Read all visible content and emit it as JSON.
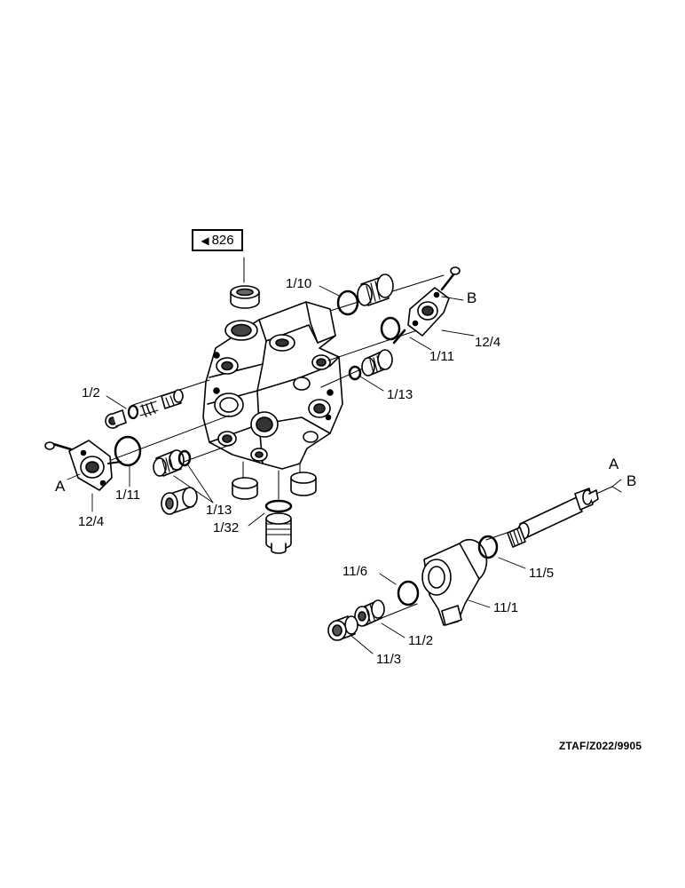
{
  "reference": {
    "arrow": "◀",
    "page": "826"
  },
  "callouts": {
    "c_1_10": "1/10",
    "c_B_top": "B",
    "c_12_4_right": "12/4",
    "c_1_11_right": "1/11",
    "c_1_13_right": "1/13",
    "c_1_2": "1/2",
    "c_A_left": "A",
    "c_1_11_left": "1/11",
    "c_12_4_left": "12/4",
    "c_1_13_left": "1/13",
    "c_1_32": "1/32",
    "c_A_spool": "A",
    "c_B_spool": "B",
    "c_11_6": "11/6",
    "c_11_5": "11/5",
    "c_11_1": "11/1",
    "c_11_2": "11/2",
    "c_11_3": "11/3"
  },
  "drawing_code": "ZTAF/Z022/9905"
}
